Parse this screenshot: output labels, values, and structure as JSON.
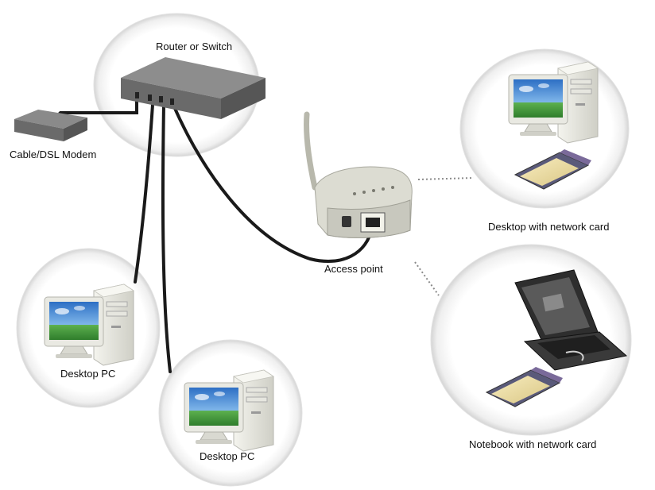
{
  "labels": {
    "router": "Router or Switch",
    "modem": "Cable/DSL Modem",
    "access_point": "Access point",
    "desktop_card": "Desktop with network card",
    "notebook_card": "Notebook with network card",
    "desktop_pc_1": "Desktop PC",
    "desktop_pc_2": "Desktop PC"
  },
  "colors": {
    "background": "#ffffff",
    "cable": "#1a1a1a",
    "device_gray": "#8a8a8a",
    "screen_sky": "#3f8fd8",
    "screen_grass": "#4fa64a",
    "pcmcia_card": "#f1e3a8",
    "circle_edge": "#d9d9d9"
  },
  "icons": [
    "router-icon",
    "modem-icon",
    "access-point-icon",
    "desktop-computer-icon",
    "notebook-icon",
    "network-card-icon",
    "antenna-icon"
  ]
}
